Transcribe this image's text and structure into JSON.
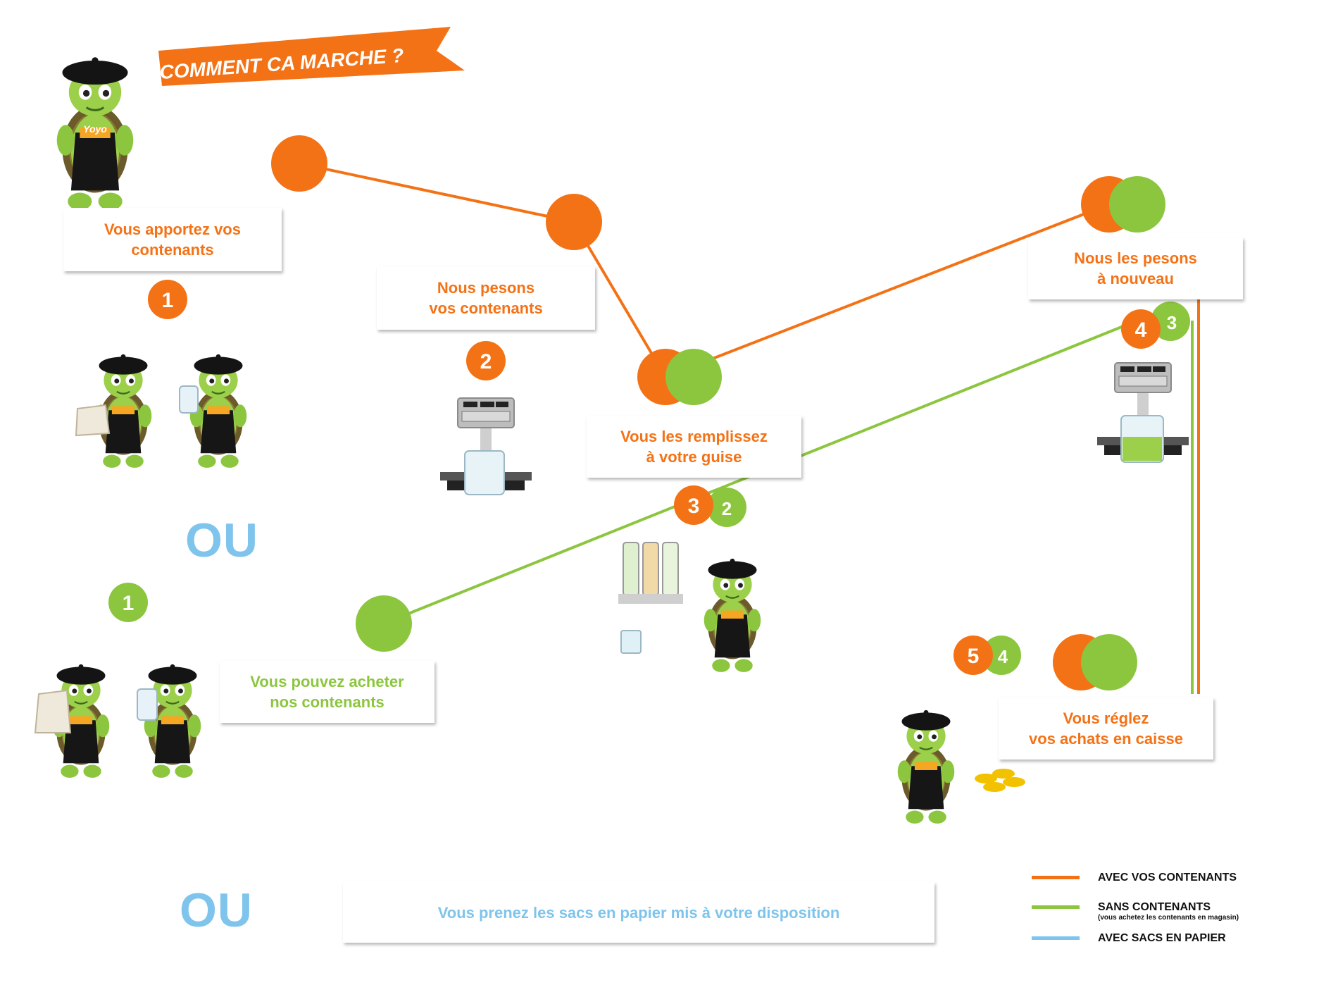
{
  "banner": {
    "title": "COMMENT CA MARCHE ?"
  },
  "mascot": {
    "apron_label": "Yoyo"
  },
  "steps": {
    "bring": "Vous apportez vos\ncontenants",
    "weigh": "Nous pesons\nvos contenants",
    "fill": "Vous les remplissez\nà votre guise",
    "reweigh": "Nous les pesons\nà nouveau",
    "buy": "Vous pouvez acheter\nnos contenants",
    "pay": "Vous réglez\nvos achats en caisse",
    "paper": "Vous prenez les sacs en papier mis à votre disposition"
  },
  "ou_label": "OU",
  "numbers": {
    "orange": [
      "1",
      "2",
      "3",
      "4",
      "5"
    ],
    "green": [
      "1",
      "2",
      "3",
      "4"
    ]
  },
  "legend": {
    "orange": {
      "label": "AVEC VOS CONTENANTS",
      "color": "#f47216"
    },
    "green": {
      "label": "SANS CONTENANTS",
      "sub": "(vous achetez les contenants en magasin)",
      "color": "#8cc63f"
    },
    "blue": {
      "label": "AVEC SACS EN PAPIER",
      "color": "#7ec4ec"
    }
  },
  "colors": {
    "orange": "#f47216",
    "green": "#8cc63f",
    "blue": "#7ec4ec"
  }
}
